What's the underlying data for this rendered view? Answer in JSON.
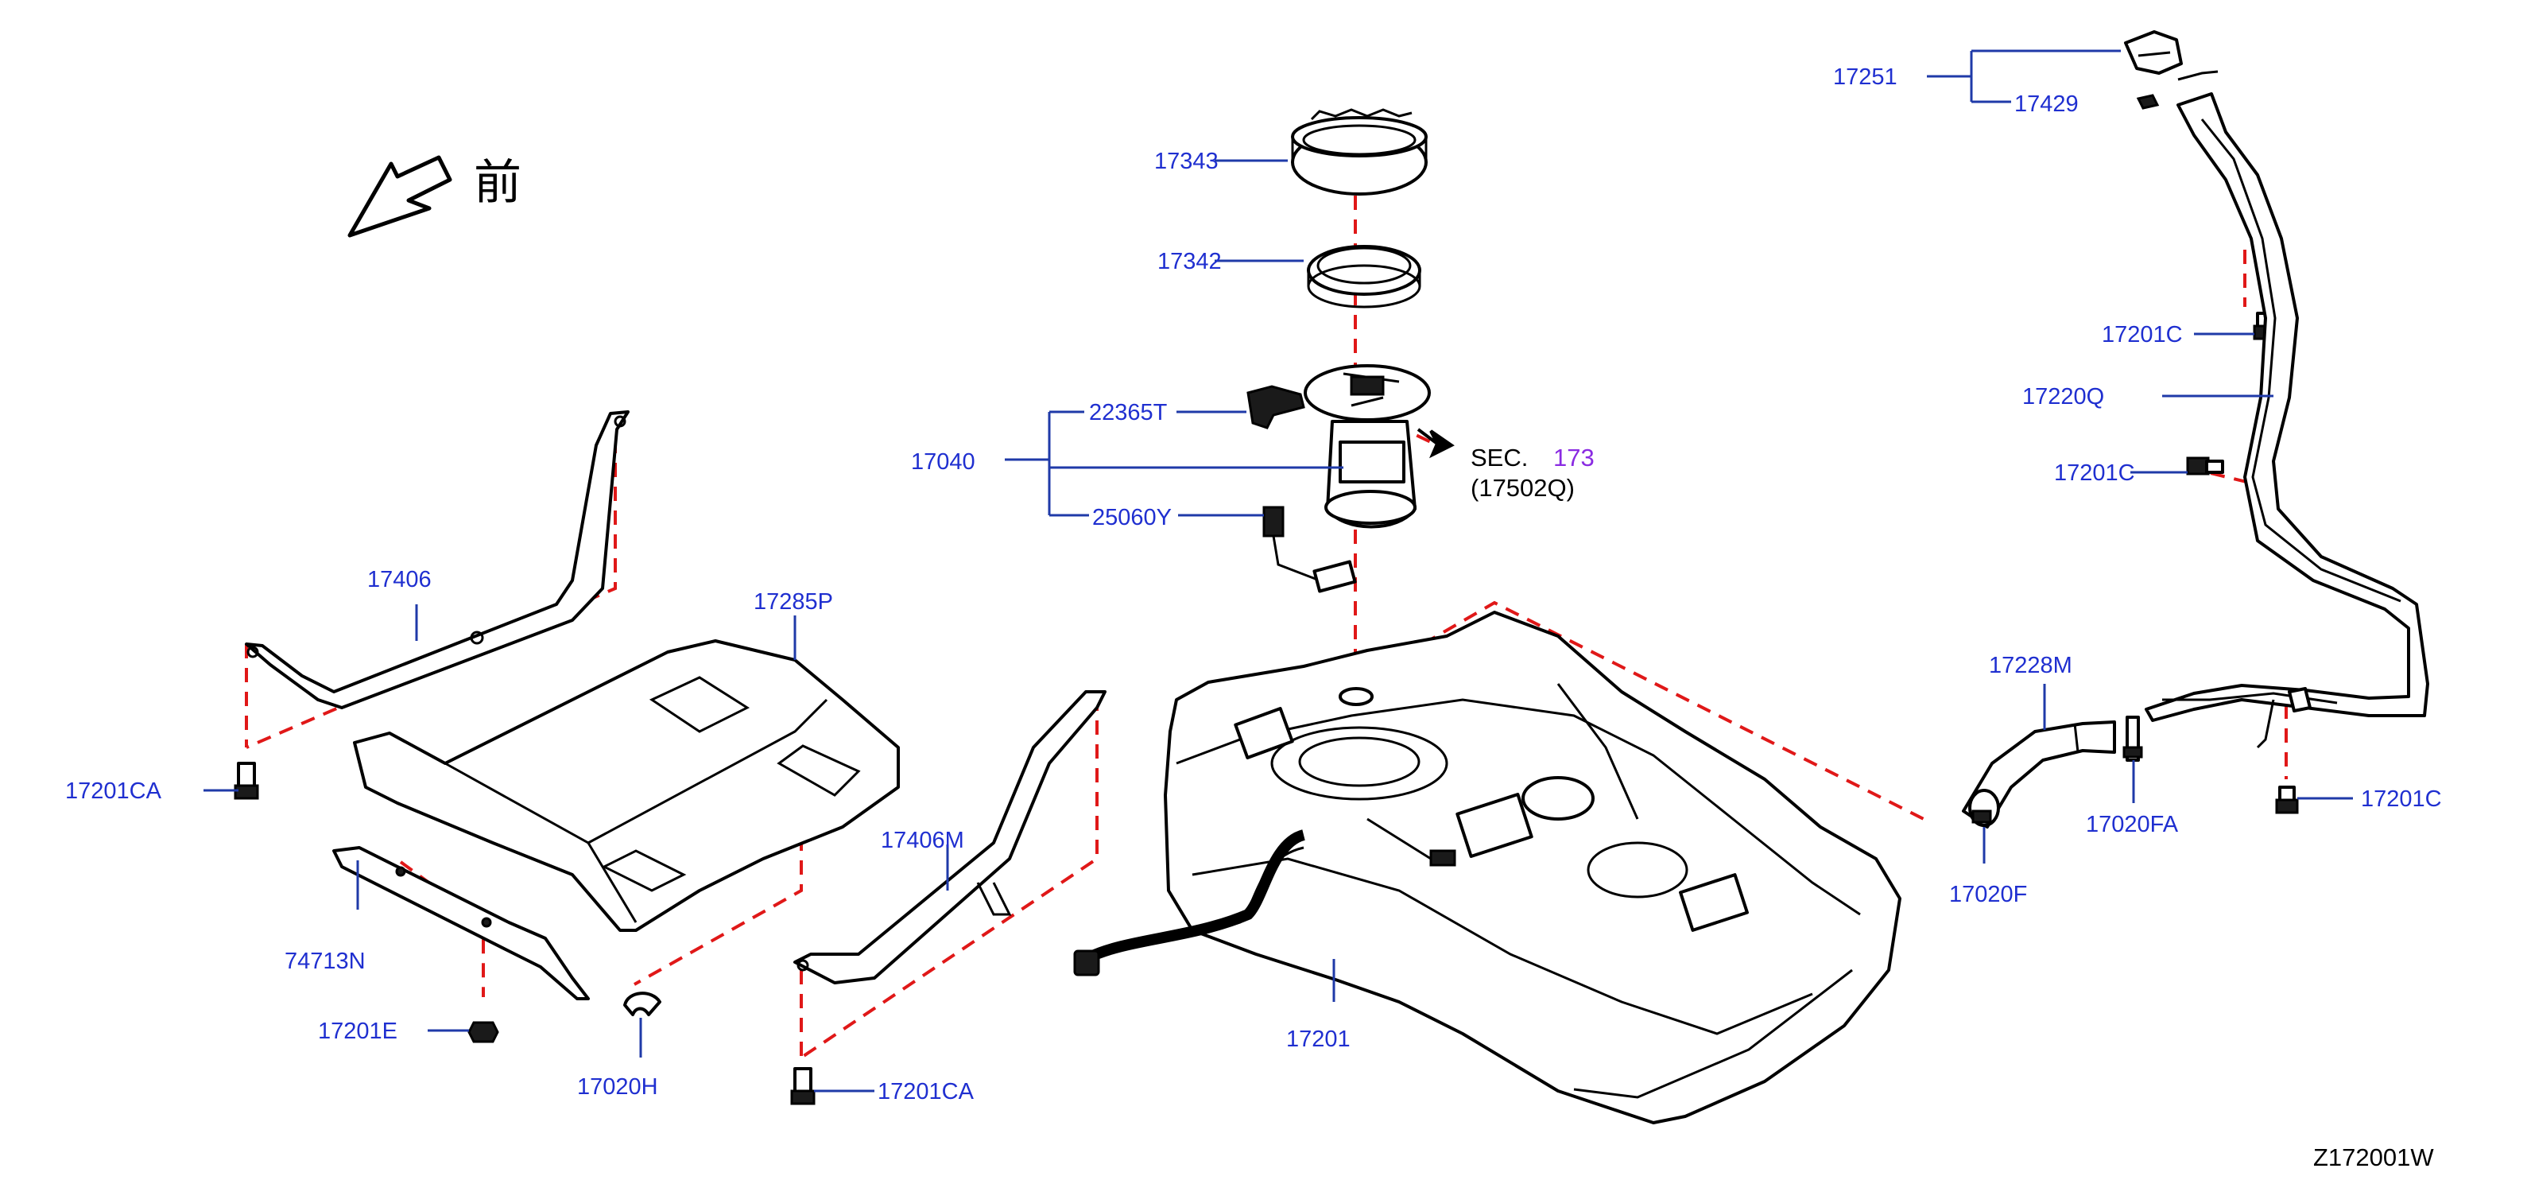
{
  "colors": {
    "label": "#1f2fd0",
    "leader": "#1f3aa8",
    "dash": "#e01818",
    "section_link": "#8a2be2",
    "black": "#000000"
  },
  "front_indicator": {
    "text": "前",
    "icon": "front-arrow-icon"
  },
  "labels": {
    "p17251": "17251",
    "p17429": "17429",
    "p17343": "17343",
    "p17342": "17342",
    "p22365T": "22365T",
    "p17040": "17040",
    "p25060Y": "25060Y",
    "p17406": "17406",
    "p17285P": "17285P",
    "p17201CA_left": "17201CA",
    "p74713N": "74713N",
    "p17201E": "17201E",
    "p17020H": "17020H",
    "p17406M": "17406M",
    "p17201CA_bottom": "17201CA",
    "p17201": "17201",
    "p17228M": "17228M",
    "p17020FA": "17020FA",
    "p17020F": "17020F",
    "p17201C_1": "17201C",
    "p17220Q": "17220Q",
    "p17201C_2": "17201C",
    "p17201C_3": "17201C"
  },
  "section_ref": {
    "prefix": "SEC.",
    "number": "173",
    "part": "(17502Q)"
  },
  "diagram_code": "Z172001W"
}
